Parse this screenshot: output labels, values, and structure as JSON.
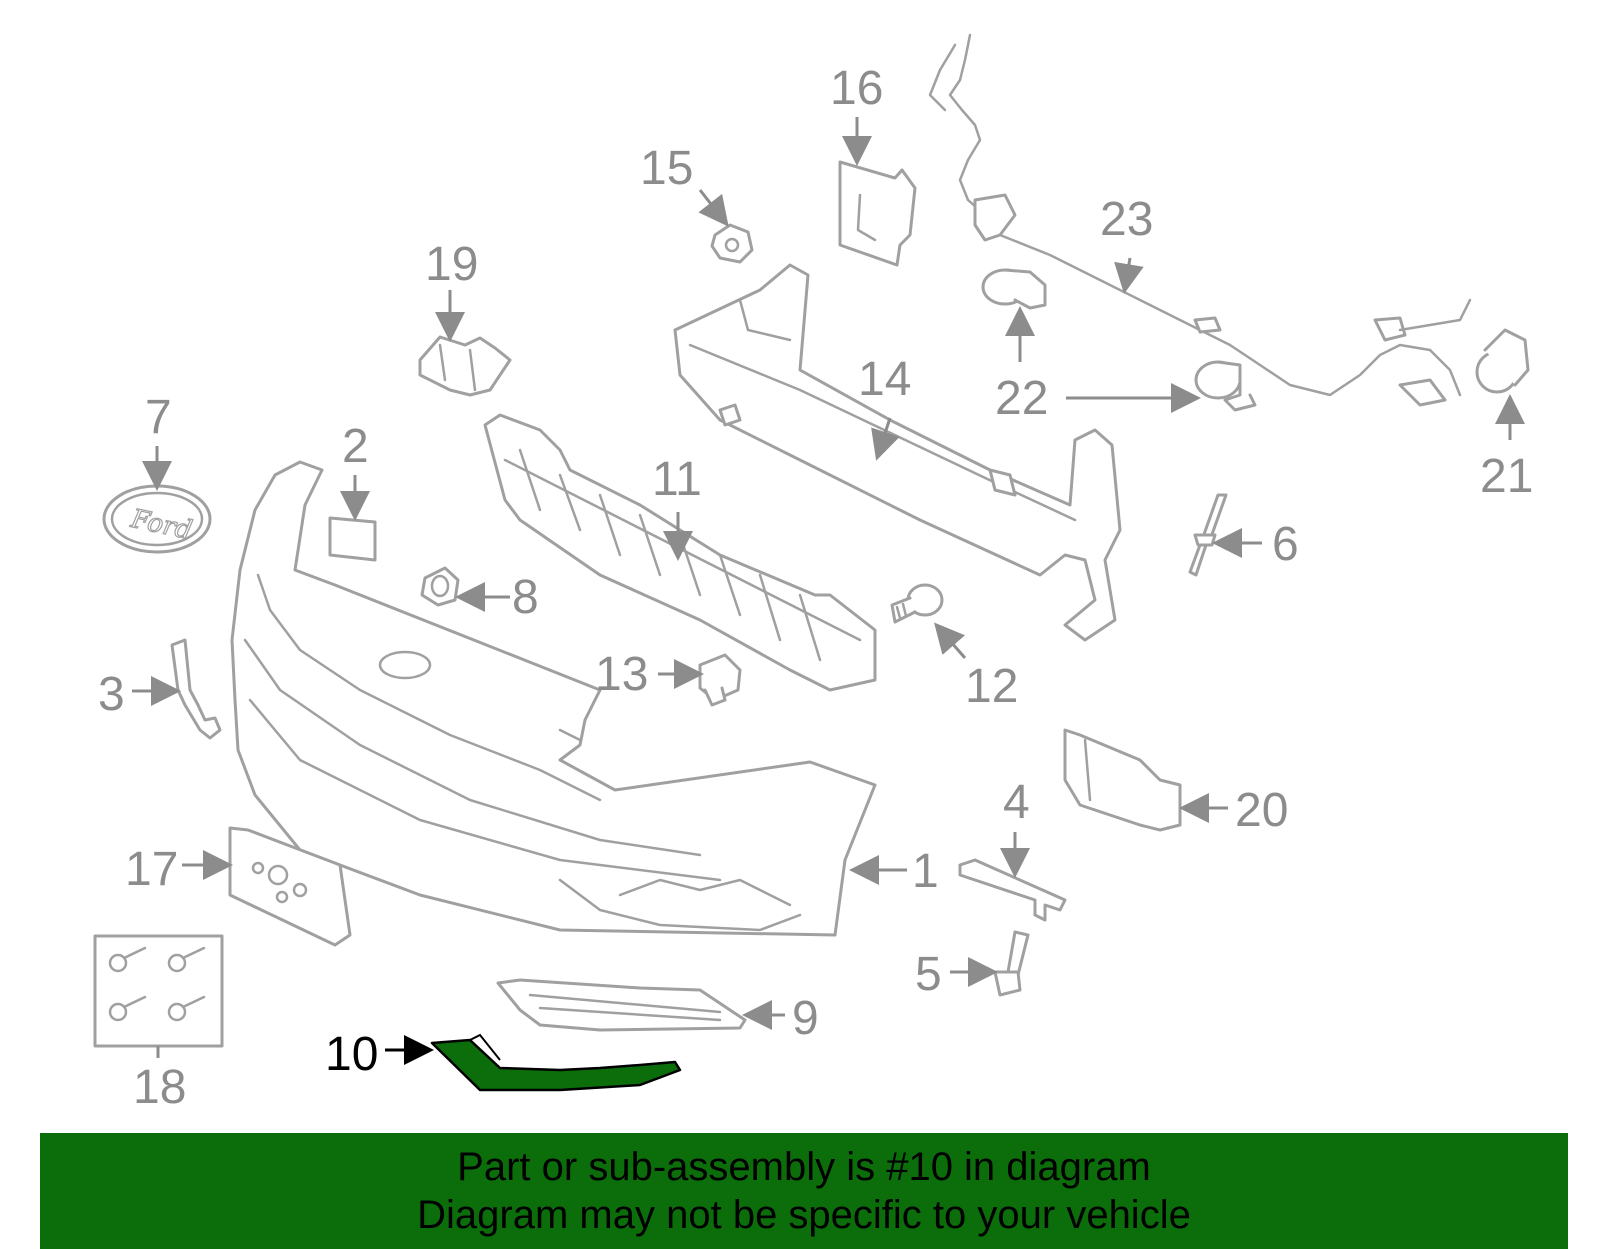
{
  "diagram": {
    "highlight_color": "#0b6e0b",
    "highlighted_part": "10",
    "labels": {
      "p1": "1",
      "p2": "2",
      "p3": "3",
      "p4": "4",
      "p5": "5",
      "p6": "6",
      "p7": "7",
      "p8": "8",
      "p9": "9",
      "p10": "10",
      "p11": "11",
      "p12": "12",
      "p13": "13",
      "p14": "14",
      "p15": "15",
      "p16": "16",
      "p17": "17",
      "p18": "18",
      "p19": "19",
      "p20": "20",
      "p21": "21",
      "p22": "22",
      "p23": "23"
    },
    "emblem_text": "Ford"
  },
  "banner": {
    "line1": "Part or sub-assembly is #10 in diagram",
    "line2": "Diagram may not be specific to your vehicle"
  }
}
